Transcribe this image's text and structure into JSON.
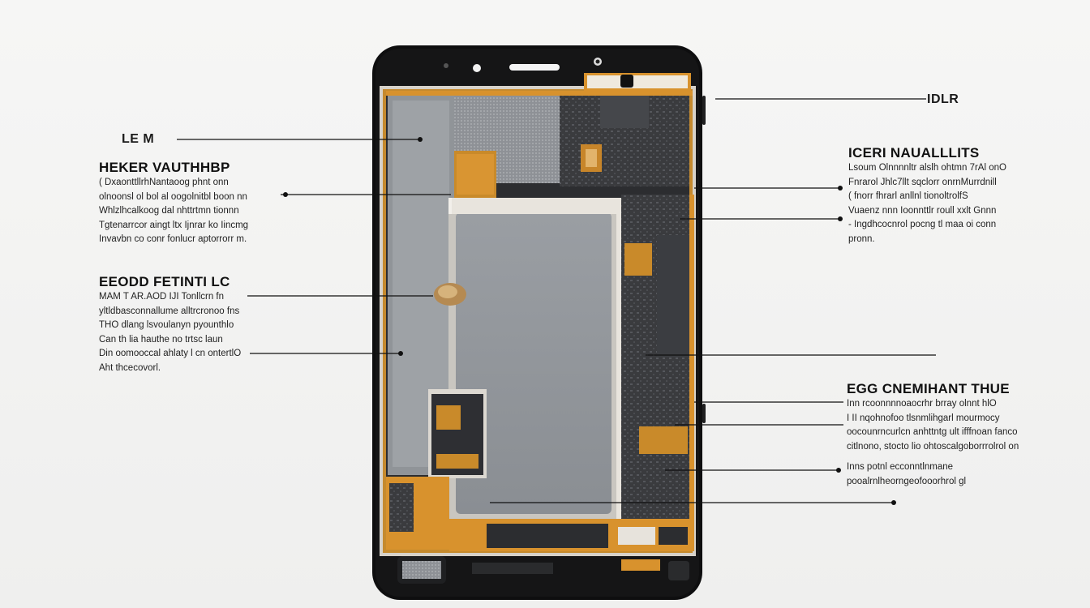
{
  "labels": {
    "top_left": "LE M",
    "top_right": "IDLR",
    "left_1": {
      "title": "HEKER VAUTHHBP",
      "lines": [
        "( DxaonttllrhNantaoog phnt onn",
        "olnoonsl ol bol al oogolnitbl boon nn",
        "Whlzlhcalkoog dal nhttrtmn tionnn",
        "Tgtenarrcor aingt ltx Ijnrar ko Iincmg",
        "Invavbn co conr fonlucr aptorrorr m."
      ]
    },
    "left_2": {
      "title": "EEODD FETINTI LC",
      "lines": [
        "MAM T AR.AOD IJI Tonllcrn fn",
        "yltldbasconnallume alltrcronoo fns",
        "THO dlang lsvoulanyn pyounthlo",
        "Can th lia hauthe no trtsc laun",
        "Din oomooccal ahlaty l cn ontertlO",
        "Aht thcecovorl."
      ]
    },
    "right_1": {
      "title": "ICERI NAUALLLITS",
      "lines": [
        "Lsoum Olnnnnltr alslh ohtmn 7rAl onO",
        "Fnrarol Jhlc7llt sqclorr onrnMurrdnill",
        "( fnorr fhrarl anllnl tionoltrolfS",
        "Vuaenz nnn Ioonnttlr roull xxlt Gnnn",
        "- Ingdhcocnrol pocng tl maa oi conn",
        "pronn."
      ]
    },
    "right_2": {
      "title": "EGG CNEMIHANT THUE",
      "lines": [
        "Inn rcoonnnnoaocrhr brray olnnt hlO",
        "I II nqohnofoo tlsnmlihgarl mourmocy",
        "oocounrncurlcn anhttntg ult ifffnoan fanco",
        "citlnono, stocto lio ohtoscalgoborrrolrol on",
        "Inns potnl ecconntlnmane",
        "pooalrnlheorngeofooorhrol gl"
      ]
    }
  }
}
